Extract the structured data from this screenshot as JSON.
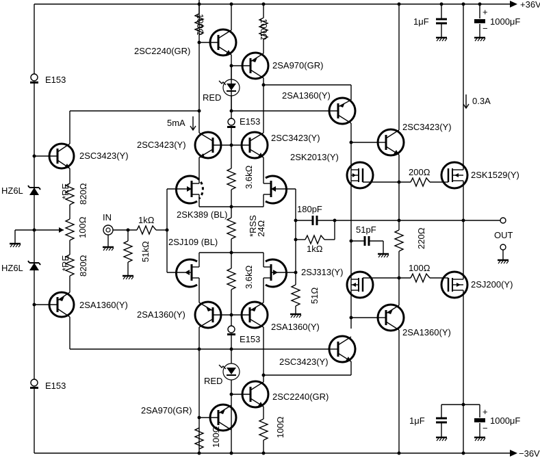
{
  "title": "MOSFET power amplifier schematic",
  "rails": {
    "positive": "+36V",
    "negative": "−36V"
  },
  "current_labels": {
    "vas_bias": "5mA",
    "output_idle": "0.3A"
  },
  "input": {
    "label": "IN",
    "series_resistor": "1kΩ",
    "shunt_resistor": "51kΩ"
  },
  "output": {
    "label": "OUT"
  },
  "components": {
    "crd_left_top": "E153",
    "crd_left_bottom": "E153",
    "crd_mid_top": "E153",
    "crd_mid_bottom": "E153",
    "zener_top": "HZ6L",
    "zener_bottom": "HZ6L",
    "q_bias_npn": "2SC3423(Y)",
    "q_bias_pnp": "2SA1360(Y)",
    "re_top_name": "*RE",
    "re_top_value": "820Ω",
    "re_bottom_name": "*RE",
    "re_bottom_value": "820Ω",
    "pot": "100Ω",
    "q_top_cs": "2SC2240(GR)",
    "q_top_cs_pnp": "2SA970(GR)",
    "r_top_left": "100Ω",
    "r_top_right": "100Ω",
    "led_top": "RED",
    "led_bottom": "RED",
    "q_cascode_top_left": "2SC3423(Y)",
    "q_cascode_top_right": "2SC3423(Y)",
    "r_top_mid": "3.6kΩ",
    "r_bottom_mid": "3.6kΩ",
    "jfet_n": "2SK389 (BL)",
    "jfet_p": "2SJ109 (BL)",
    "rss_name": "*RSS",
    "rss_value": "24Ω",
    "q_cascode_bot_left": "2SA1360(Y)",
    "q_cascode_bot_right": "2SA1360(Y)",
    "q_bot_cs_pnp": "2SA970(GR)",
    "q_bot_cs": "2SC2240(GR)",
    "r_bot_left": "100Ω",
    "r_bot_right": "100Ω",
    "q_vas_top": "2SA1360(Y)",
    "q_vas_bot": "2SC3423(Y)",
    "q_drv_top": "2SC3423(Y)",
    "q_drv_bot": "2SA1360(Y)",
    "mos_drv_n": "2SK2013(Y)",
    "mos_drv_p": "2SJ313(Y)",
    "mos_out_n": "2SK1529(Y)",
    "mos_out_p": "2SJ200(Y)",
    "r_gate_n": "200Ω",
    "r_gate_p": "100Ω",
    "r_bias_220": "220Ω",
    "c_fb": "180pF",
    "r_fb": "1kΩ",
    "c_comp": "51pF",
    "r_51": "51Ω",
    "c_top_film": "1μF",
    "c_top_elec": "1000μF",
    "c_bot_film": "1μF",
    "c_bot_elec": "1000μF",
    "plus": "+",
    "minus": "−"
  }
}
